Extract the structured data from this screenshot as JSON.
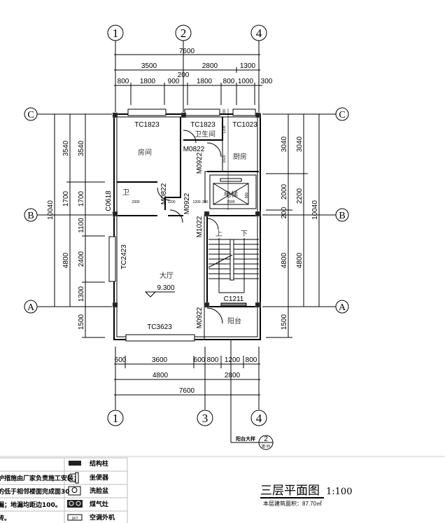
{
  "axes": {
    "top": [
      "1",
      "2",
      "4"
    ],
    "bottom": [
      "1",
      "3",
      "4"
    ],
    "left": [
      "C",
      "B",
      "A"
    ],
    "right": [
      "C",
      "B",
      "A"
    ]
  },
  "dims_top": {
    "total": "7600",
    "mid": [
      "3500",
      "2800",
      "1300"
    ],
    "detail": [
      "800",
      "1800",
      "900",
      "200",
      "1800",
      "800",
      "1000",
      "300"
    ]
  },
  "dims_bottom": {
    "detail": [
      "600",
      "3600",
      "600",
      "800",
      "1200",
      "800"
    ],
    "mid": [
      "4800",
      "2800"
    ],
    "total": "7600"
  },
  "dims_left": {
    "outer": [
      "10040"
    ],
    "mid": [
      "3540",
      "1700",
      "4800"
    ],
    "inner": [
      "3540",
      "1700",
      "1100",
      "2400",
      "1300",
      "1500"
    ]
  },
  "dims_right": {
    "inner": [
      "3040",
      "2000",
      "200",
      "4800",
      "1500"
    ],
    "mid": [
      "3040",
      "2200",
      "4800"
    ],
    "outer": [
      "10040"
    ]
  },
  "rooms": {
    "bedroom": "房间",
    "bathroom": "卫生间",
    "kitchen": "厨房",
    "wc": "卫",
    "elevator": "电梯",
    "hall": "大厅",
    "balcony": "阳台"
  },
  "elevation": "9.300",
  "stairs": {
    "up": "上",
    "down": "下"
  },
  "openings": {
    "tc1823a": "TC1823",
    "tc1823b": "TC1823",
    "tc1023": "TC1023",
    "m0822a": "M0822",
    "m0922a": "M0922",
    "m0822b": "M0822",
    "m0922b": "M0922",
    "c0618": "C0618",
    "m1022": "M1022",
    "tc2423": "TC2423",
    "c1211": "C1211",
    "tc3623": "TC3623",
    "m0922c": "M0922"
  },
  "small_dims": [
    "2300",
    "1200",
    "1200",
    "200",
    "2500",
    "1200",
    "1620",
    "200",
    "900"
  ],
  "detail_ref": {
    "label": "阳台大样",
    "number": "2",
    "sheet": "建-35"
  },
  "legend": {
    "notes": [
      "护措施由厂家负责施工安装；",
      "的低于相邻楼面完成面30",
      "漏；地漏均距边100。",
      "砖。",
      "..."
    ],
    "items": [
      {
        "icon": "structural-column-icon",
        "label": "结构柱"
      },
      {
        "icon": "toilet-icon",
        "label": "坐便器"
      },
      {
        "icon": "washbasin-icon",
        "label": "洗脸盆"
      },
      {
        "icon": "gas-stove-icon",
        "label": "煤气灶"
      },
      {
        "icon": "ac-unit-icon",
        "label": "空调外机",
        "code": "1KT"
      }
    ]
  },
  "title": {
    "name": "三层平面图",
    "scale": "1:100",
    "area": "本层建筑面积：87.70㎡"
  }
}
